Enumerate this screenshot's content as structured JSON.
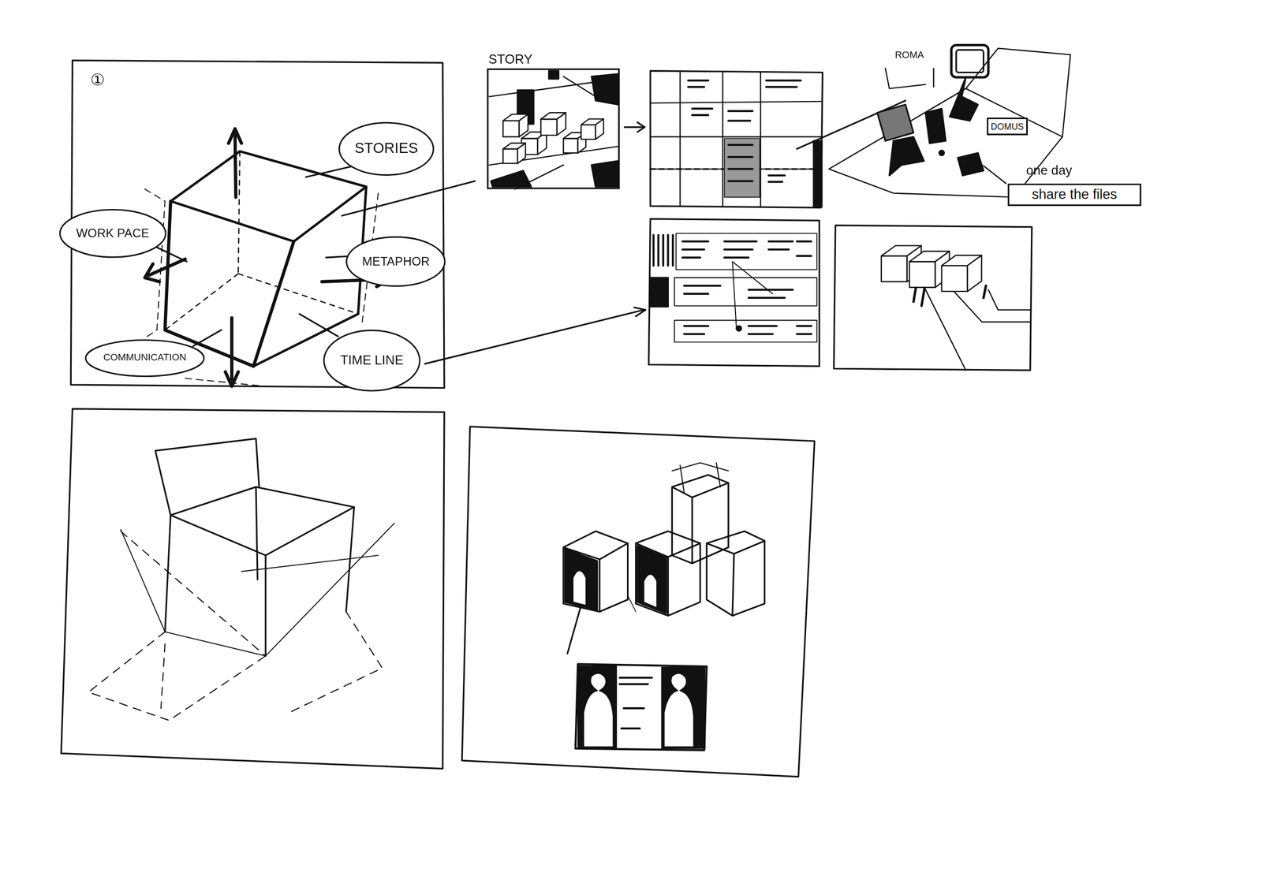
{
  "diagram": {
    "nodes": [
      {
        "text": [
          "STORIES"
        ]
      },
      {
        "text": [
          "WORK PACE"
        ]
      },
      {
        "text": [
          "METAPHOR"
        ]
      },
      {
        "text": [
          "COMMUNICATION"
        ]
      },
      {
        "text": [
          "TIME LINE"
        ]
      },
      {
        "text": [
          "STORY"
        ]
      },
      {
        "text": [
          "DOMUS"
        ]
      },
      {
        "text": [
          "share the files"
        ]
      }
    ],
    "labels": [
      "①",
      "ROMA",
      "one day"
    ]
  }
}
